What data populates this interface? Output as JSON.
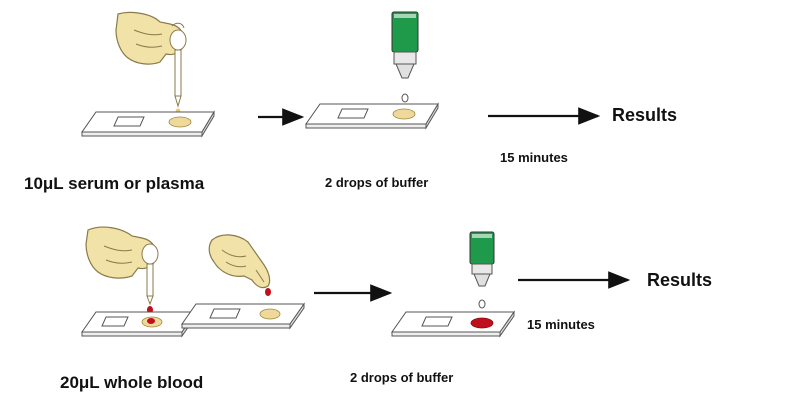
{
  "row1": {
    "sample_label": "10μL serum or plasma",
    "buffer_label": "2  drops of buffer",
    "time_label": "15 minutes",
    "results_label": "Results"
  },
  "row2": {
    "sample_label": "20μL whole blood",
    "buffer_label": "2  drops of buffer",
    "time_label": "15 minutes",
    "results_label": "Results"
  },
  "colors": {
    "hand_fill": "#f1e2a8",
    "hand_stroke": "#8a7a4a",
    "sample_spot": "#efd99a",
    "serum_drop": "#e7c86a",
    "blood": "#c0101c",
    "buffer_green": "#1f9a4a",
    "cassette_stroke": "#555555",
    "arrow": "#111111"
  }
}
